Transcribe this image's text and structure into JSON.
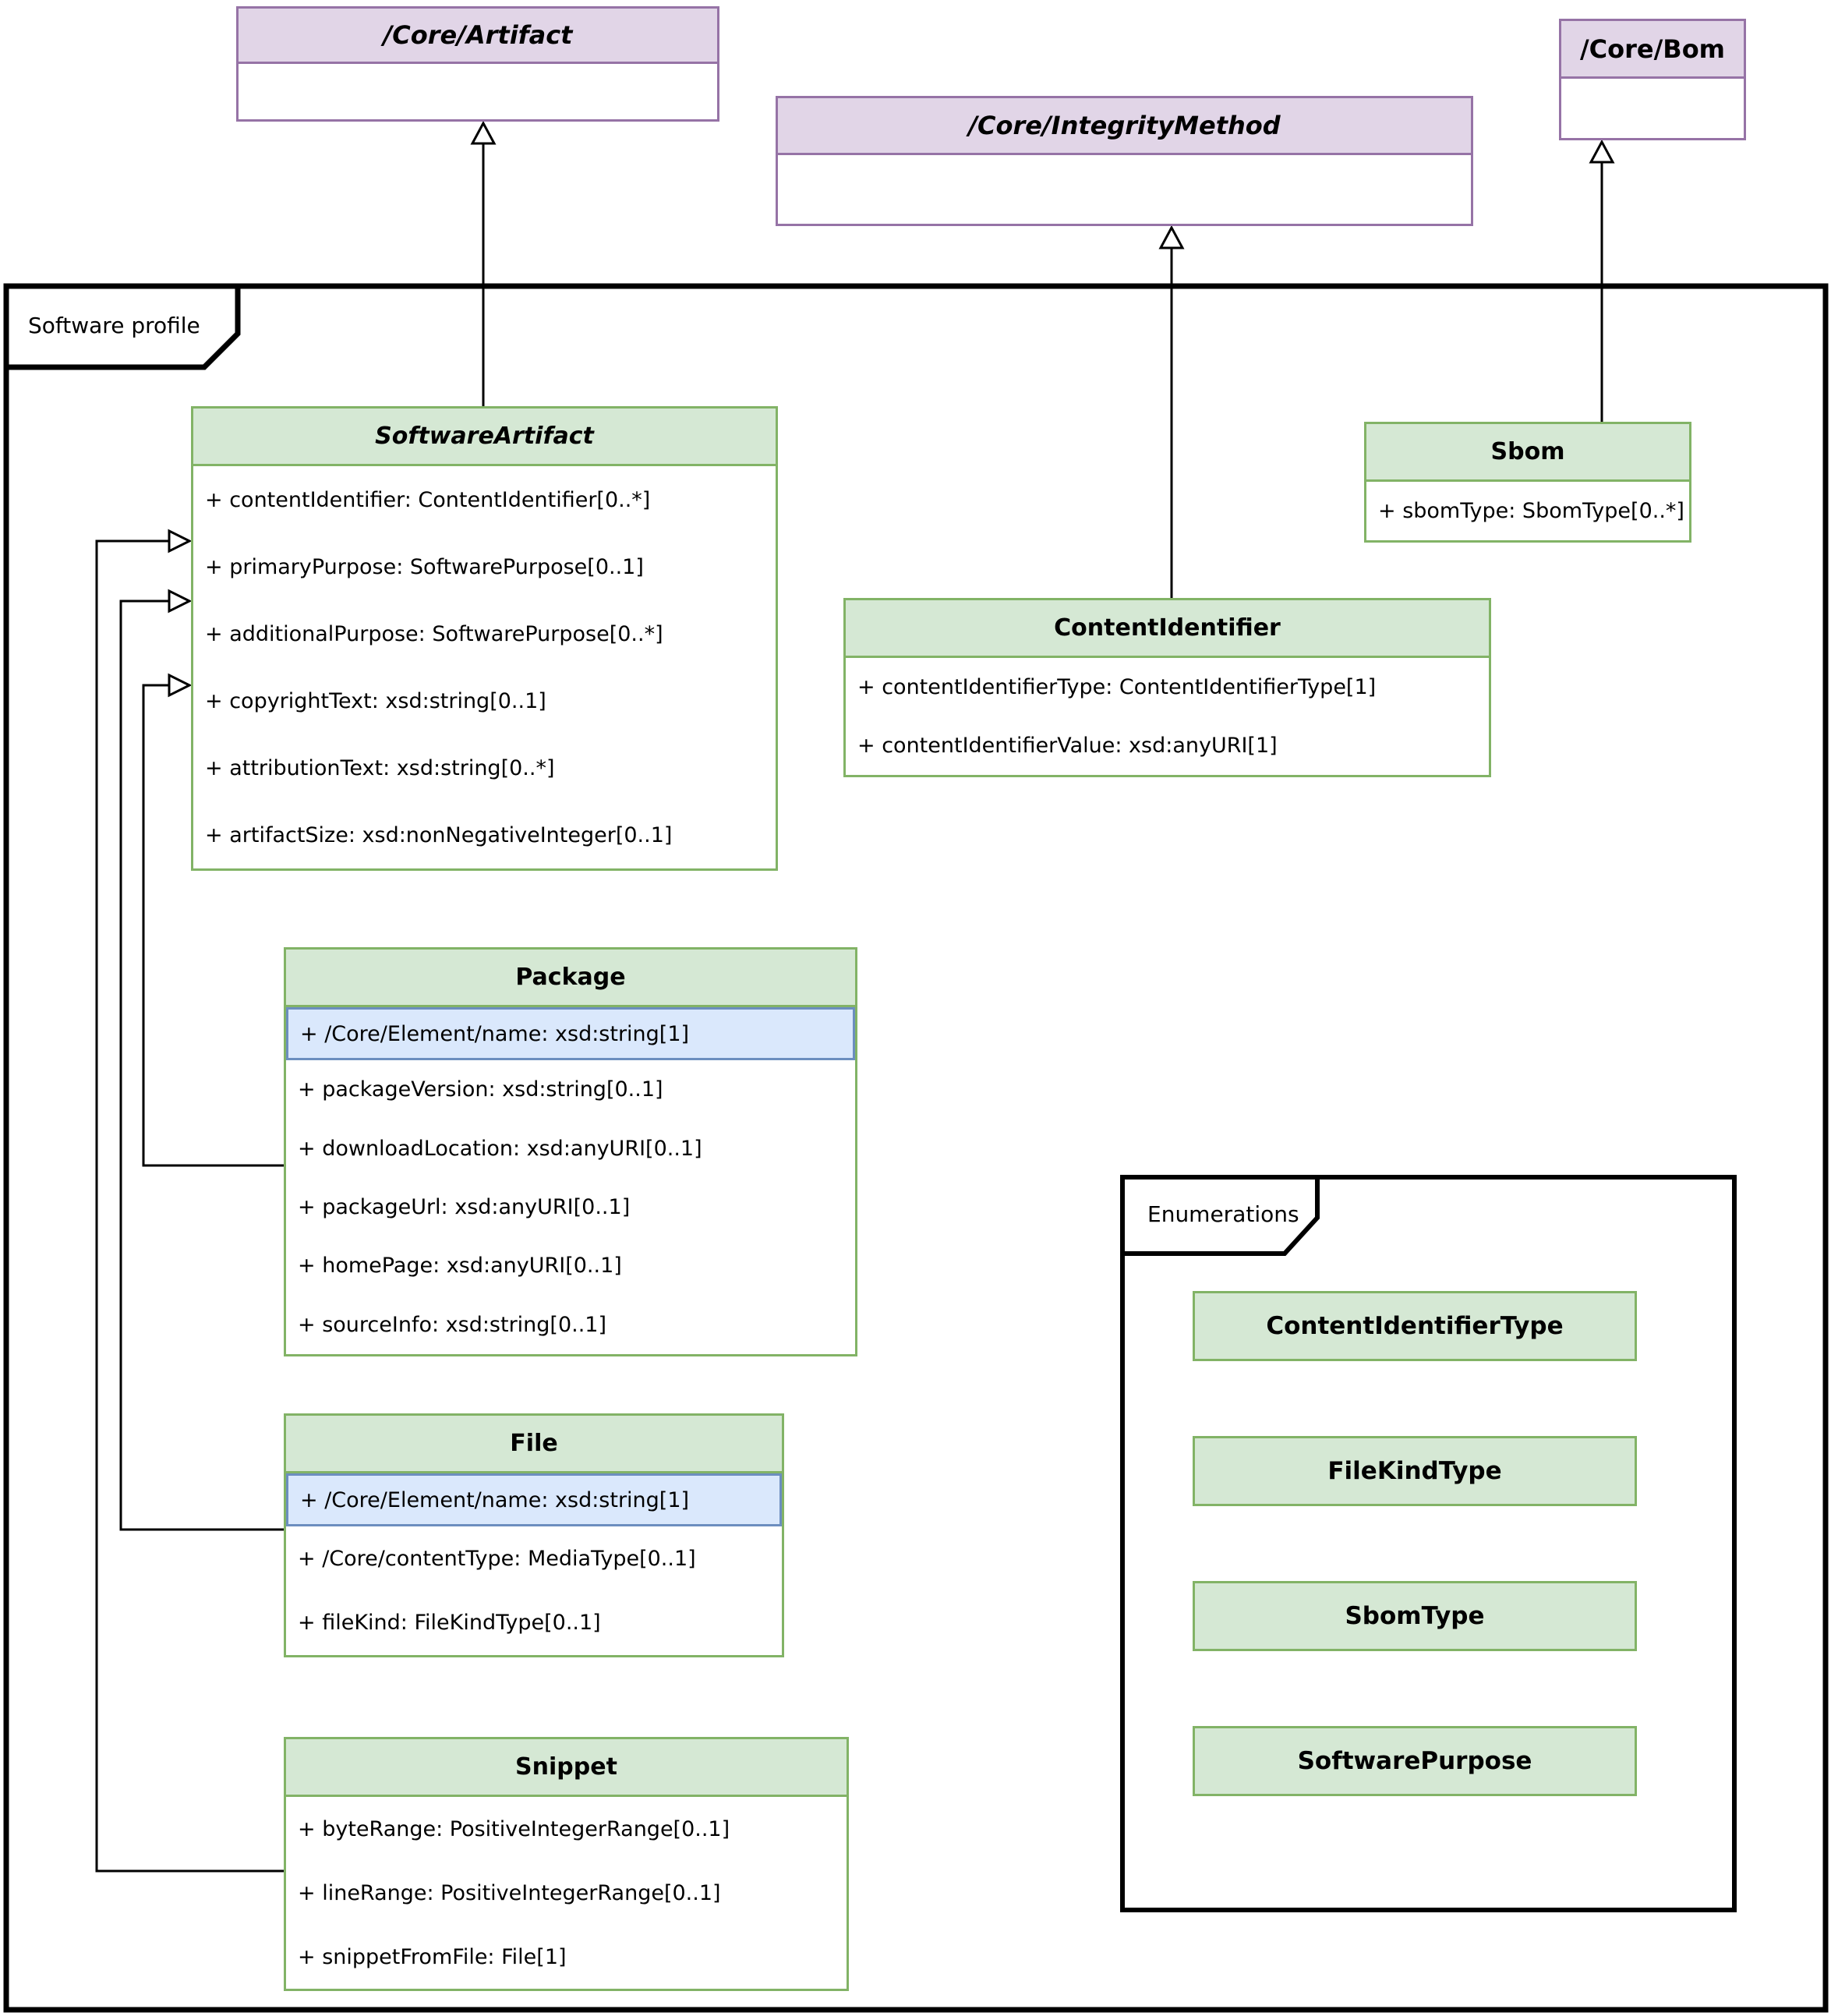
{
  "diagram": {
    "software_profile_frame": {
      "label": "Software profile"
    },
    "enumerations_frame": {
      "label": "Enumerations"
    },
    "core_classes": {
      "artifact": {
        "title": "/Core/Artifact"
      },
      "integrity_method": {
        "title": "/Core/IntegrityMethod"
      },
      "bom": {
        "title": "/Core/Bom"
      }
    },
    "classes": {
      "software_artifact": {
        "title": "SoftwareArtifact",
        "attributes": [
          "+ contentIdentifier: ContentIdentifier[0..*]",
          "+ primaryPurpose: SoftwarePurpose[0..1]",
          "+ additionalPurpose: SoftwarePurpose[0..*]",
          "+ copyrightText: xsd:string[0..1]",
          "+ attributionText: xsd:string[0..*]",
          "+ artifactSize: xsd:nonNegativeInteger[0..1]"
        ]
      },
      "sbom": {
        "title": "Sbom",
        "attributes": [
          "+ sbomType: SbomType[0..*]"
        ]
      },
      "content_identifier": {
        "title": "ContentIdentifier",
        "attributes": [
          "+ contentIdentifierType: ContentIdentifierType[1]",
          "+ contentIdentifierValue: xsd:anyURI[1]"
        ]
      },
      "package": {
        "title": "Package",
        "inherited_attribute": "+ /Core/Element/name: xsd:string[1]",
        "attributes": [
          "+ packageVersion: xsd:string[0..1]",
          "+ downloadLocation: xsd:anyURI[0..1]",
          "+ packageUrl: xsd:anyURI[0..1]",
          "+ homePage: xsd:anyURI[0..1]",
          "+ sourceInfo: xsd:string[0..1]"
        ]
      },
      "file": {
        "title": "File",
        "inherited_attribute": "+ /Core/Element/name: xsd:string[1]",
        "attributes": [
          "+ /Core/contentType: MediaType[0..1]",
          "+ fileKind: FileKindType[0..1]"
        ]
      },
      "snippet": {
        "title": "Snippet",
        "attributes": [
          "+ byteRange: PositiveIntegerRange[0..1]",
          "+ lineRange: PositiveIntegerRange[0..1]",
          "+ snippetFromFile: File[1]"
        ]
      }
    },
    "enumerations": [
      "ContentIdentifierType",
      "FileKindType",
      "SbomType",
      "SoftwarePurpose"
    ],
    "colors": {
      "class_fill": "#d5e8d4",
      "class_stroke": "#82b366",
      "core_fill": "#e1d5e7",
      "core_stroke": "#9673a6",
      "inherited_fill": "#dae8fc",
      "inherited_stroke": "#6c8ebf",
      "frame_stroke": "#000000",
      "text": "#000000"
    }
  }
}
